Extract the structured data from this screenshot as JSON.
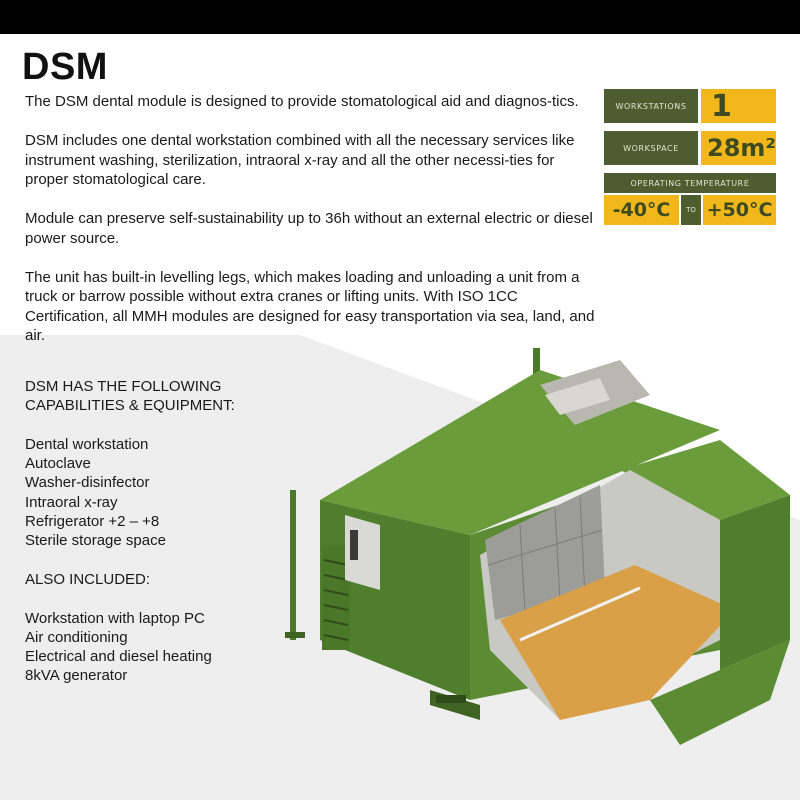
{
  "title": "DSM",
  "description": [
    "The DSM dental module is designed to provide stomatological aid and diagnos-tics.",
    "DSM includes one dental workstation combined with all the necessary services like instrument washing, sterilization, intraoral x-ray and all the other necessi-ties for proper stomatological care.",
    "Module can preserve self-sustainability up to 36h without an external electric or diesel power source.",
    "The unit has built-in levelling legs, which makes loading and unloading a unit from a truck or barrow possible without extra cranes or lifting units. With ISO 1CC Certification, all MMH modules are designed for easy transportation via sea, land, and air."
  ],
  "capabilities": {
    "heading": "DSM HAS THE FOLLOWING CAPABILITIES & EQUIPMENT:",
    "items": [
      "Dental workstation",
      "Autoclave",
      "Washer-disinfector",
      "Intraoral x-ray",
      "Refrigerator +2 – +8",
      "Sterile storage space"
    ]
  },
  "included": {
    "heading": "ALSO INCLUDED:",
    "items": [
      "Workstation with laptop PC",
      "Air conditioning",
      "Electrical and diesel heating",
      "8kVA generator"
    ]
  },
  "specs": {
    "workstations_label": "WORKSTATIONS",
    "workstations_value": "1",
    "workspace_label": "WORKSPACE",
    "workspace_value": "28m²",
    "temperature_label": "OPERATING TEMPERATURE",
    "temp_min": "-40°C",
    "temp_to": "TO",
    "temp_max": "+50°C"
  },
  "colors": {
    "spec_green": "#4d5d2f",
    "spec_yellow": "#f2b81b",
    "container_green": "#5a8a32",
    "floor": "#d9a048"
  }
}
